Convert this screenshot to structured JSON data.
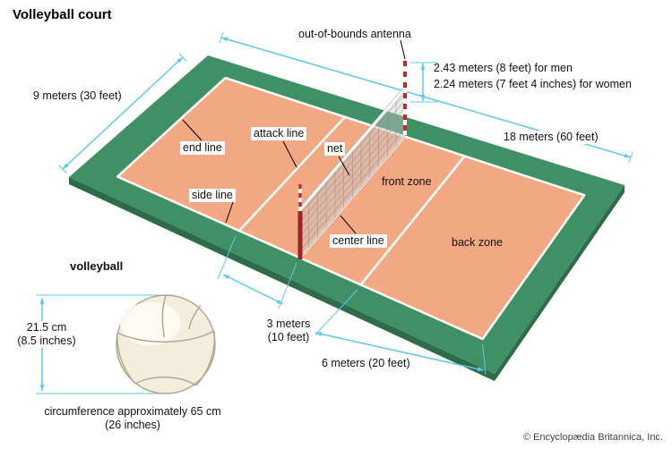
{
  "title": "Volleyball court",
  "credit": "© Encyclopædia Britannica, Inc.",
  "colors": {
    "free_zone_green": "#3f9064",
    "free_zone_edge": "#2d6b49",
    "court_floor": "#f2a983",
    "boundary_line": "#ffffff",
    "dimension_cyan": "#5ec9e8",
    "antenna_red": "#c62828",
    "post_red": "#a32020",
    "ball_cream": "#f3edde"
  },
  "labels": {
    "antenna": "out-of-bounds antenna",
    "net_height_men": "2.43 meters (8 feet) for men",
    "net_height_women": "2.24 meters (7 feet 4 inches) for women",
    "court_width": "9 meters (30 feet)",
    "court_length": "18 meters (60 feet)",
    "end_line": "end line",
    "attack_line": "attack line",
    "net": "net",
    "front_zone": "front zone",
    "side_line": "side line",
    "center_line": "center line",
    "back_zone": "back zone",
    "attack_distance_line1": "3 meters",
    "attack_distance_line2": "(10 feet)",
    "back_zone_distance": "6 meters (20 feet)",
    "ball_title": "volleyball",
    "ball_diameter_line1": "21.5 cm",
    "ball_diameter_line2": "(8.5 inches)",
    "ball_circumference_line1": "circumference approximately 65 cm",
    "ball_circumference_line2": "(26 inches)"
  }
}
